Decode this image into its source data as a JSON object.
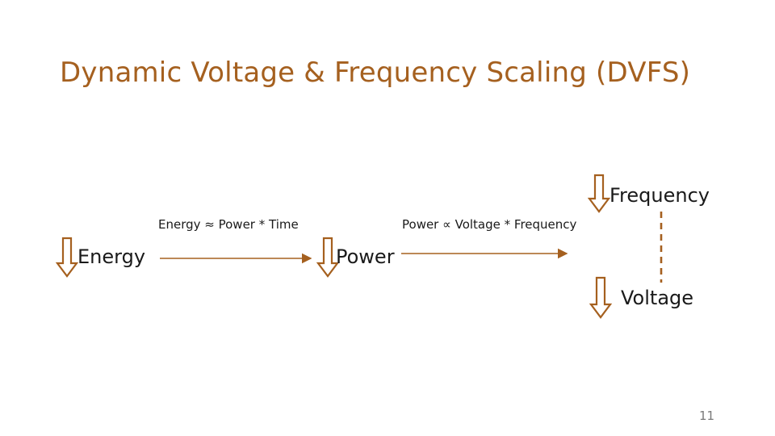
{
  "slide": {
    "title": "Dynamic Voltage & Frequency Scaling (DVFS)",
    "page_number": "11"
  },
  "diagram": {
    "nodes": {
      "energy": "Energy",
      "power": "Power",
      "frequency": "Frequency",
      "voltage": "Voltage"
    },
    "relations": {
      "energy_to_power": "Energy ≈ Power * Time",
      "power_to_freq_voltage": "Power ∝ Voltage * Frequency"
    },
    "arrow_color": "#a5601f"
  }
}
